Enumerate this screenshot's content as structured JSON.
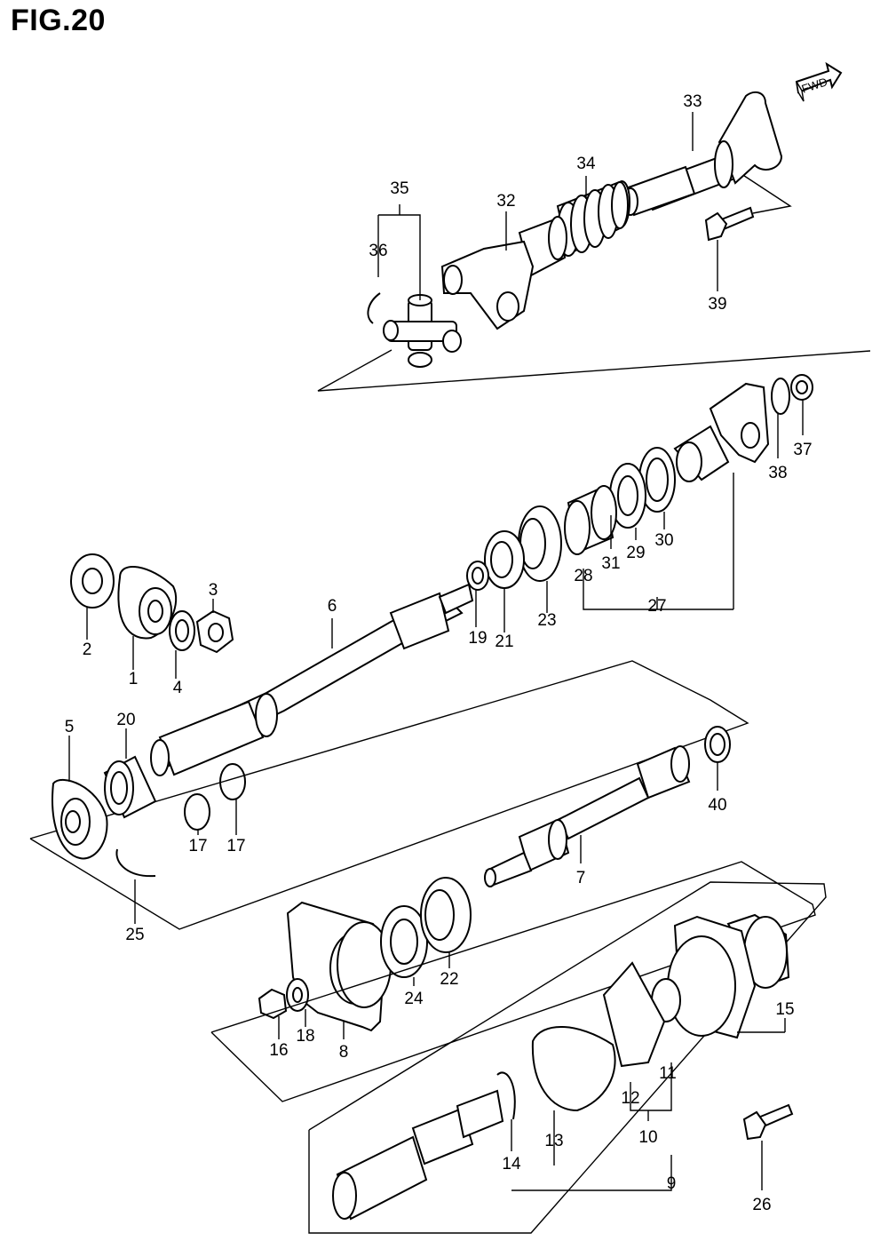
{
  "figure": {
    "title": "FIG.20"
  },
  "fwd_label": "FWD",
  "callouts": {
    "c1": "1",
    "c2": "2",
    "c3": "3",
    "c4": "4",
    "c5": "5",
    "c6": "6",
    "c7": "7",
    "c8": "8",
    "c9": "9",
    "c10": "10",
    "c11": "11",
    "c12": "12",
    "c13": "13",
    "c14": "14",
    "c15": "15",
    "c16": "16",
    "c17a": "17",
    "c17b": "17",
    "c18": "18",
    "c19": "19",
    "c20": "20",
    "c21": "21",
    "c22": "22",
    "c23": "23",
    "c24": "24",
    "c25": "25",
    "c26": "26",
    "c27": "27",
    "c28": "28",
    "c29": "29",
    "c30": "30",
    "c31": "31",
    "c32": "32",
    "c33": "33",
    "c34": "34",
    "c35": "35",
    "c36": "36",
    "c37": "37",
    "c38": "38",
    "c39": "39",
    "c40": "40"
  }
}
